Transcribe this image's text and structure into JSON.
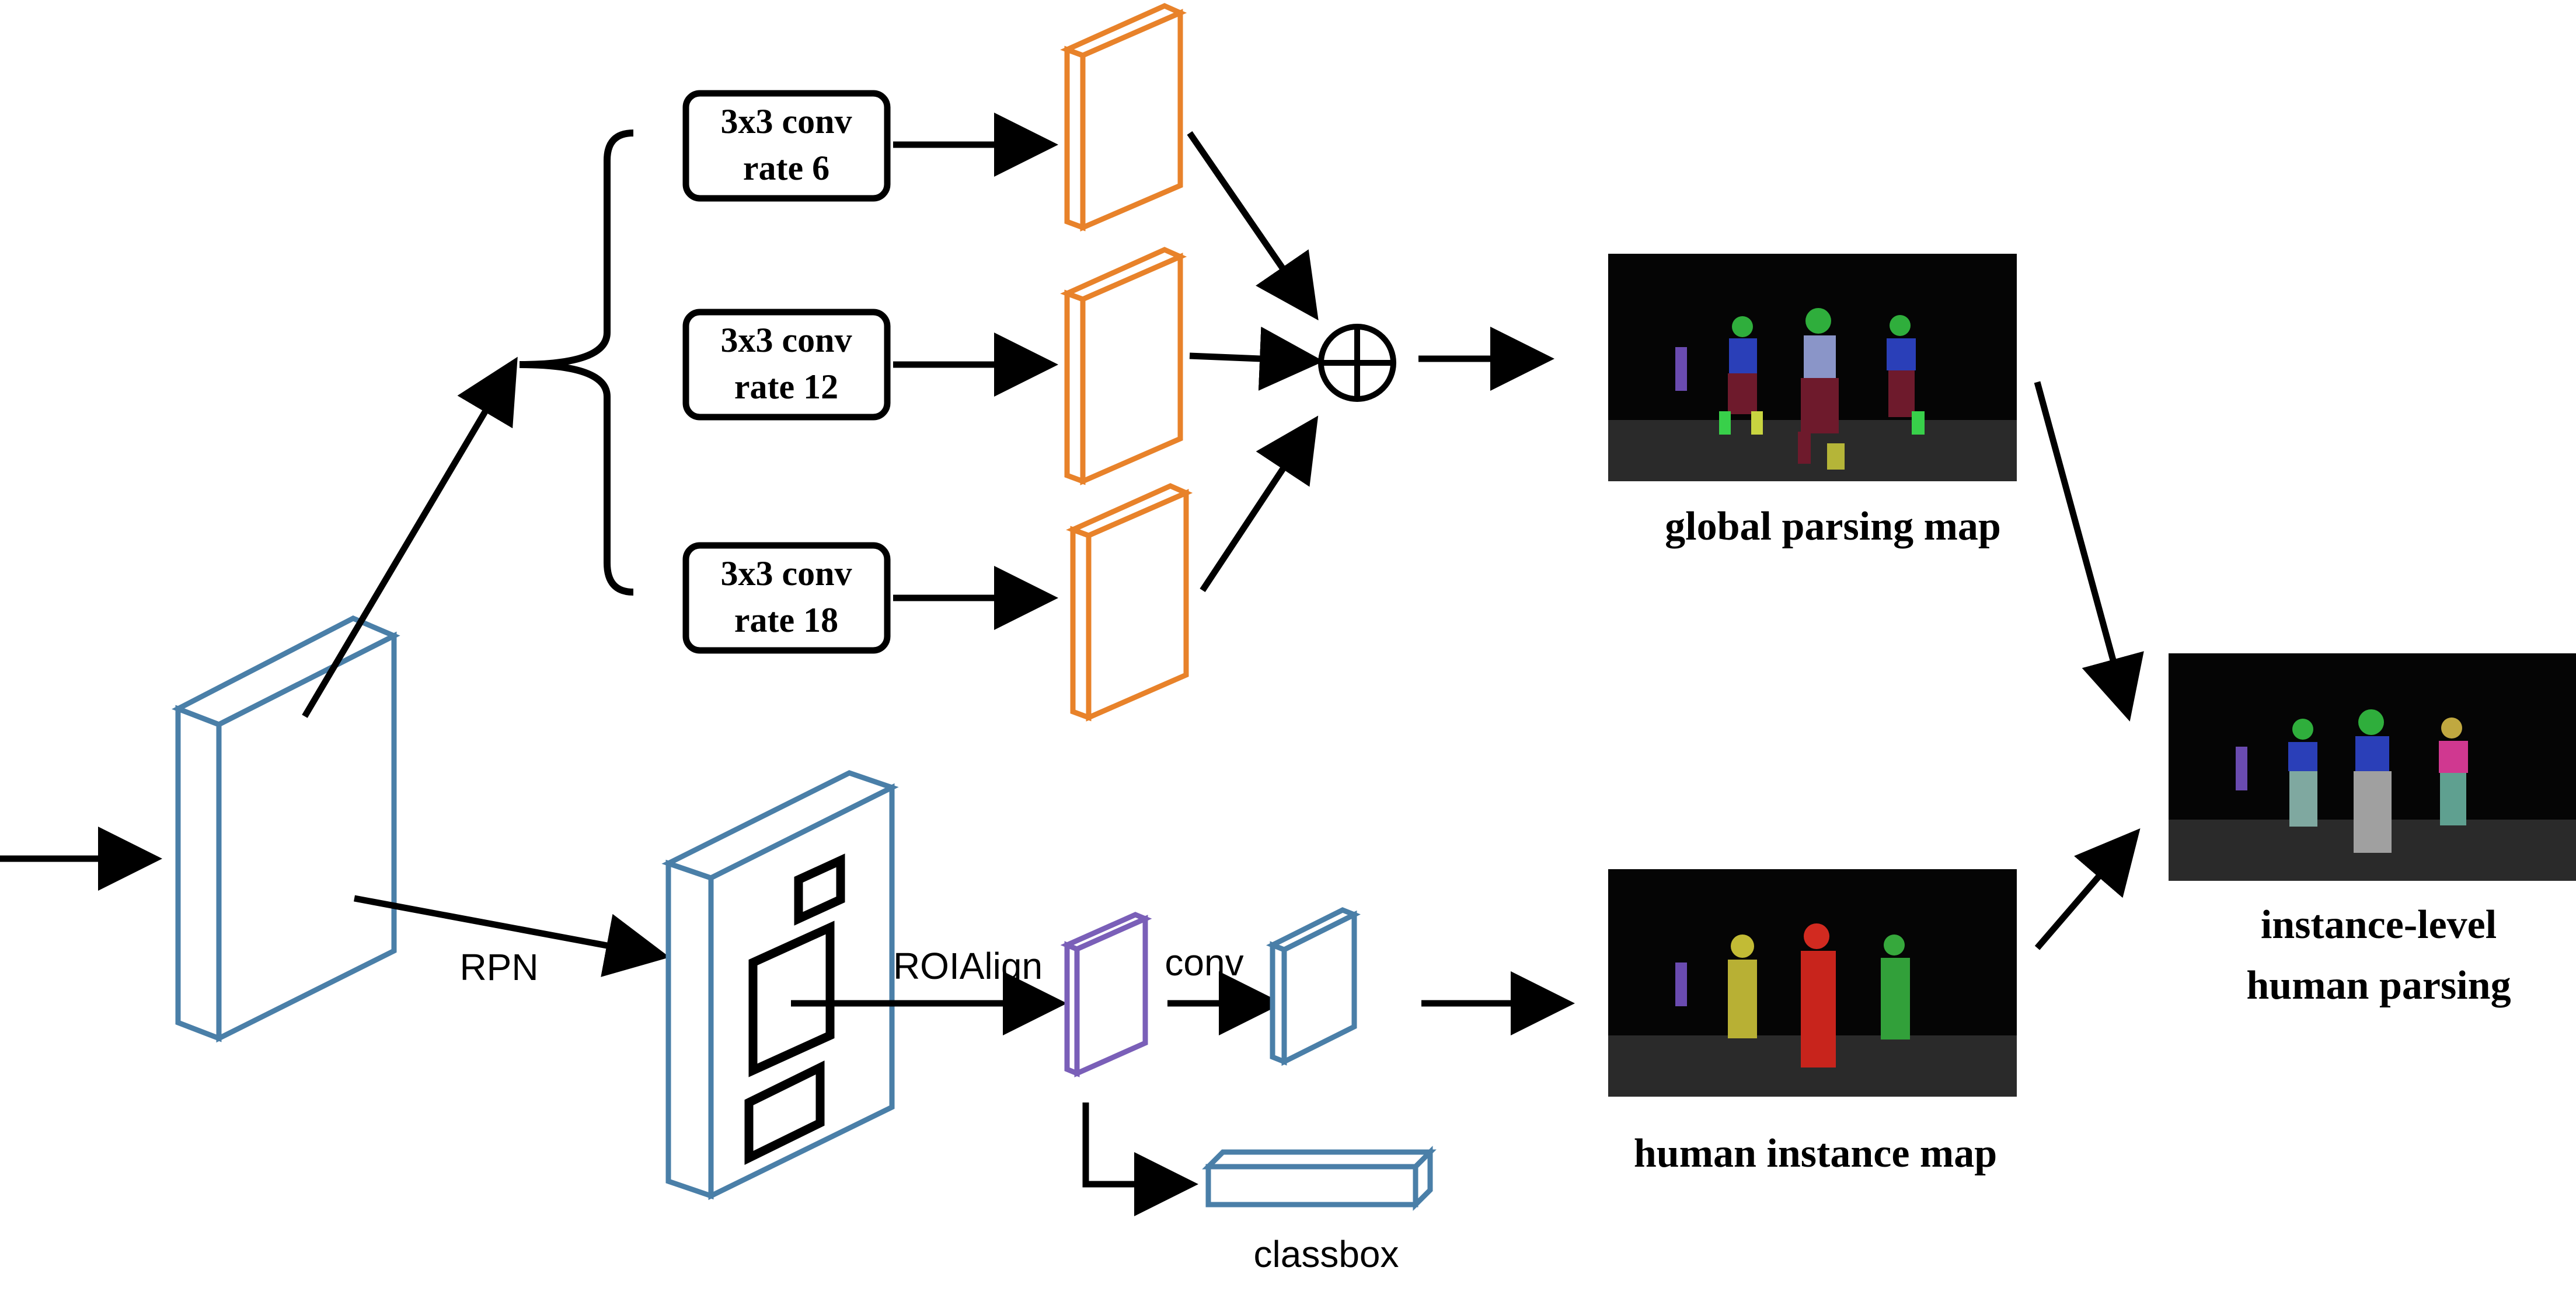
{
  "conv_blocks": [
    {
      "line1": "3x3 conv",
      "line2": "rate 6"
    },
    {
      "line1": "3x3 conv",
      "line2": "rate 12"
    },
    {
      "line1": "3x3 conv",
      "line2": "rate 18"
    }
  ],
  "labels": {
    "rpn": "RPN",
    "roialign": "ROIAlign",
    "conv": "conv",
    "classbox": "classbox",
    "global_parsing_map": "global parsing map",
    "human_instance_map": "human instance map",
    "instance_level_line1": "instance-level",
    "instance_level_line2": "human parsing"
  },
  "sum_symbol": "⊕",
  "colors": {
    "feature_blue": "#4a7fa8",
    "feature_purple": "#7a5fb8",
    "feature_orange": "#e8822a",
    "arrow": "#000000",
    "map_background": "#050505",
    "map_floor": "#2a2a2a"
  }
}
